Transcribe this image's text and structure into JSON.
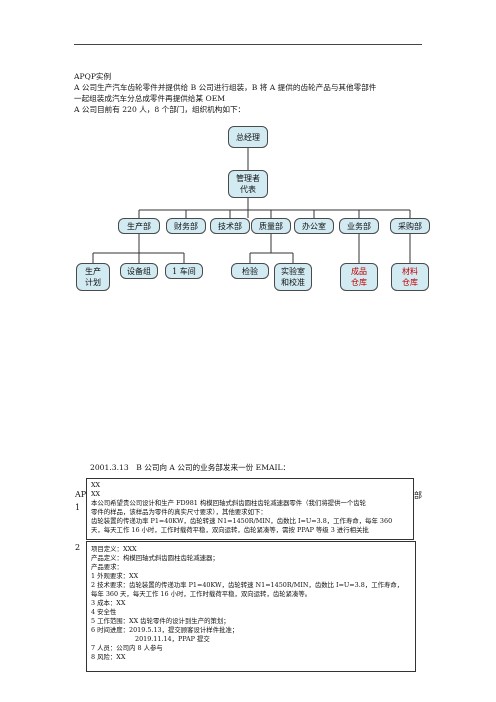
{
  "title": "APQP实例",
  "intro_lines": [
    "A 公司生产汽车齿轮零件并提供给 B 公司进行组装，B 将 A 提供的齿轮产品与其他零部件",
    "一起组装成汽车分总成零件再提供给某 OEM",
    "A 公司目前有 220 人，8 个部门，组织机构如下："
  ],
  "org": {
    "top": "总经理",
    "rep": [
      "管理者",
      "代表"
    ],
    "departments": [
      "生产部",
      "财务部",
      "技术部",
      "质量部",
      "办公室",
      "业务部",
      "采购部"
    ],
    "sub_production": [
      [
        "生产",
        "计划"
      ],
      [
        "设备组"
      ],
      [
        "1 车间"
      ]
    ],
    "sub_quality": [
      [
        "检验"
      ],
      [
        "实验室",
        "和校准"
      ]
    ],
    "sub_business": [
      [
        "成品",
        "仓库"
      ]
    ],
    "sub_purchase": [
      [
        "材料",
        "仓库"
      ]
    ]
  },
  "email_intro": "2001.3.13　B 公司向 A 公司的业务部发来一份 EMAIL：",
  "side_labels": {
    "apq_fragment": "AP",
    "num1": "1",
    "num2": "2",
    "right_fragment": "部"
  },
  "email1": {
    "lines": [
      "XX",
      "XX",
      "本公司希望贵公司设计和生产 FD981 构模回轴式斜齿圆柱齿轮减速器零件（我们将提供一个齿轮",
      "零件的样品，该样品为零件的真实尺寸要求），其他要求如下：",
      "齿轮装置的传递功率 P1=40KW，齿轮转速 N1=1450R/MIN，齿数比 I=U=3.8，工作寿命，每年 360",
      "天，每天工作 16 小时，工作时载荷平稳，双向运转，齿轮紧凑等，需按 PPAP 等级 3 进行相关批"
    ]
  },
  "email2": {
    "lines": [
      "项目定义：XXX",
      "产品定义：构模回轴式斜齿圆柱齿轮减速器；",
      "产品要求：",
      "1 外观要求：XX",
      "2 技术要求：齿轮装置的传递功率 P1=40KW，齿轮转速 N1=1450R/MIN，齿数比 I=U=3.8，工作寿命，",
      "每年 360 天，每天工作 16 小时，工作时载荷平稳，双向运转，齿轮紧凑等。",
      "3 成本：XX",
      "4 安全性",
      "5 工作范围：XX 齿轮零件的设计到生产的策划；",
      "6 时间进度：2019.5.13，提交顾客设计样件批准；",
      "2019.11.14，PPAP 提交",
      "7 人员：公司内 8 人参与",
      "8 风险：XX"
    ]
  }
}
